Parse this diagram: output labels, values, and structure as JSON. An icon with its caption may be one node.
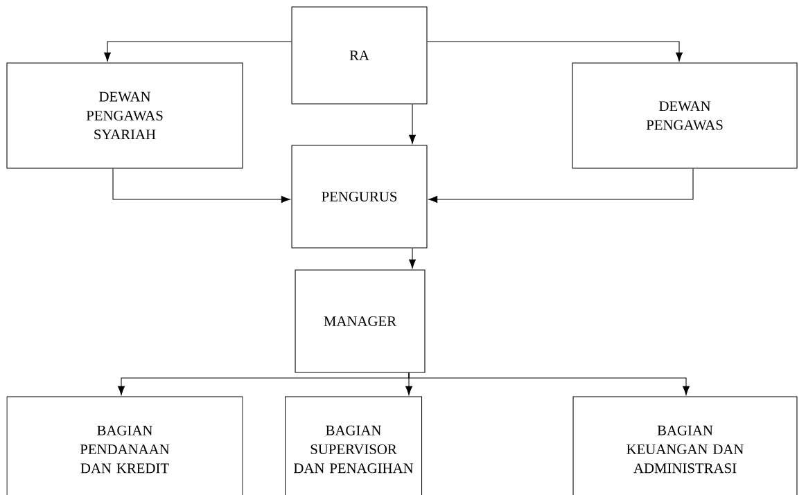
{
  "diagram": {
    "nodes": [
      {
        "text": [
          "RA"
        ]
      },
      {
        "text": [
          "DEWAN PENGAWAS SYARIAH"
        ]
      },
      {
        "text": [
          "DEWAN PENGAWAS"
        ]
      },
      {
        "text": [
          "PENGURUS"
        ]
      },
      {
        "text": [
          "MANAGER"
        ]
      },
      {
        "text": [
          "BAGIAN PENDANAAN DAN KREDIT"
        ]
      },
      {
        "text": [
          "BAGIAN SUPERVISOR DAN PENAGIHAN"
        ]
      },
      {
        "text": [
          "BAGIAN KEUANGAN DAN ADMINISTRASI"
        ]
      }
    ],
    "edges": [
      {
        "from": 0,
        "to": 1,
        "arrow": "to"
      },
      {
        "from": 0,
        "to": 2,
        "arrow": "to"
      },
      {
        "from": 0,
        "to": 3,
        "arrow": "to"
      },
      {
        "from": 1,
        "to": 3,
        "arrow": "to"
      },
      {
        "from": 2,
        "to": 3,
        "arrow": "to"
      },
      {
        "from": 3,
        "to": 4,
        "arrow": "to"
      },
      {
        "from": 4,
        "to": 5,
        "arrow": "to"
      },
      {
        "from": 4,
        "to": 6,
        "arrow": "to"
      },
      {
        "from": 4,
        "to": 7,
        "arrow": "to"
      }
    ]
  }
}
